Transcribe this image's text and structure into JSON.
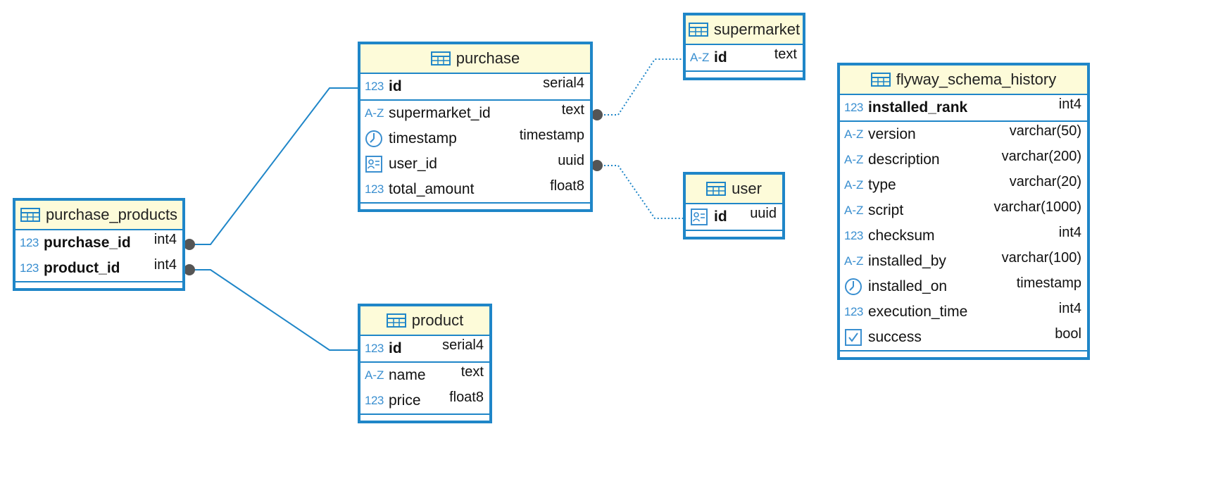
{
  "colors": {
    "border": "#1f86c8",
    "header_bg": "#fdfbd9",
    "link": "#1f86c8",
    "endpoint": "#555555",
    "type_icon": "#3a8fd0"
  },
  "icon_labels": {
    "numeric": "123",
    "text": "A-Z"
  },
  "entities": {
    "purchase": {
      "name": "purchase",
      "columns": [
        {
          "name": "id",
          "type": "serial4",
          "icon": "numeric",
          "pk": true
        },
        {
          "name": "supermarket_id",
          "type": "text",
          "icon": "text"
        },
        {
          "name": "timestamp",
          "type": "timestamp",
          "icon": "clock"
        },
        {
          "name": "user_id",
          "type": "uuid",
          "icon": "id-card"
        },
        {
          "name": "total_amount",
          "type": "float8",
          "icon": "numeric"
        }
      ]
    },
    "supermarket": {
      "name": "supermarket",
      "columns": [
        {
          "name": "id",
          "type": "text",
          "icon": "text",
          "pk": true
        }
      ]
    },
    "user": {
      "name": "user",
      "columns": [
        {
          "name": "id",
          "type": "uuid",
          "icon": "id-card",
          "pk": true
        }
      ]
    },
    "purchase_products": {
      "name": "purchase_products",
      "columns": [
        {
          "name": "purchase_id",
          "type": "int4",
          "icon": "numeric",
          "pk": true
        },
        {
          "name": "product_id",
          "type": "int4",
          "icon": "numeric",
          "pk": true
        }
      ]
    },
    "product": {
      "name": "product",
      "columns": [
        {
          "name": "id",
          "type": "serial4",
          "icon": "numeric",
          "pk": true
        },
        {
          "name": "name",
          "type": "text",
          "icon": "text"
        },
        {
          "name": "price",
          "type": "float8",
          "icon": "numeric"
        }
      ]
    },
    "flyway_schema_history": {
      "name": "flyway_schema_history",
      "columns": [
        {
          "name": "installed_rank",
          "type": "int4",
          "icon": "numeric",
          "pk": true
        },
        {
          "name": "version",
          "type": "varchar(50)",
          "icon": "text"
        },
        {
          "name": "description",
          "type": "varchar(200)",
          "icon": "text"
        },
        {
          "name": "type",
          "type": "varchar(20)",
          "icon": "text"
        },
        {
          "name": "script",
          "type": "varchar(1000)",
          "icon": "text"
        },
        {
          "name": "checksum",
          "type": "int4",
          "icon": "numeric"
        },
        {
          "name": "installed_by",
          "type": "varchar(100)",
          "icon": "text"
        },
        {
          "name": "installed_on",
          "type": "timestamp",
          "icon": "clock"
        },
        {
          "name": "execution_time",
          "type": "int4",
          "icon": "numeric"
        },
        {
          "name": "success",
          "type": "bool",
          "icon": "checkbox"
        }
      ]
    }
  },
  "relationships": [
    {
      "from": "purchase.supermarket_id",
      "to": "supermarket.id",
      "style": "dotted"
    },
    {
      "from": "purchase.user_id",
      "to": "user.id",
      "style": "dotted"
    },
    {
      "from": "purchase_products.purchase_id",
      "to": "purchase.id",
      "style": "solid"
    },
    {
      "from": "purchase_products.product_id",
      "to": "product.id",
      "style": "solid"
    }
  ]
}
